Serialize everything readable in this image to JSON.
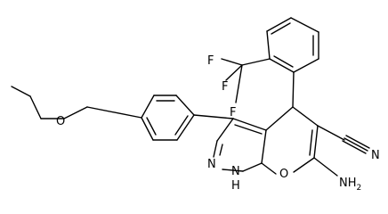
{
  "atoms": {
    "fluorine_1": "F",
    "fluorine_2": "F",
    "fluorine_3": "F",
    "ether_oxygen": "O",
    "ring_oxygen": "O",
    "nitrile_nitrogen": "N",
    "pyrazole_nitrogen": "N",
    "pyrazole_nh": "N",
    "nh_hydrogen": "H",
    "amino_group": "NH",
    "amino_subscript": "2"
  }
}
